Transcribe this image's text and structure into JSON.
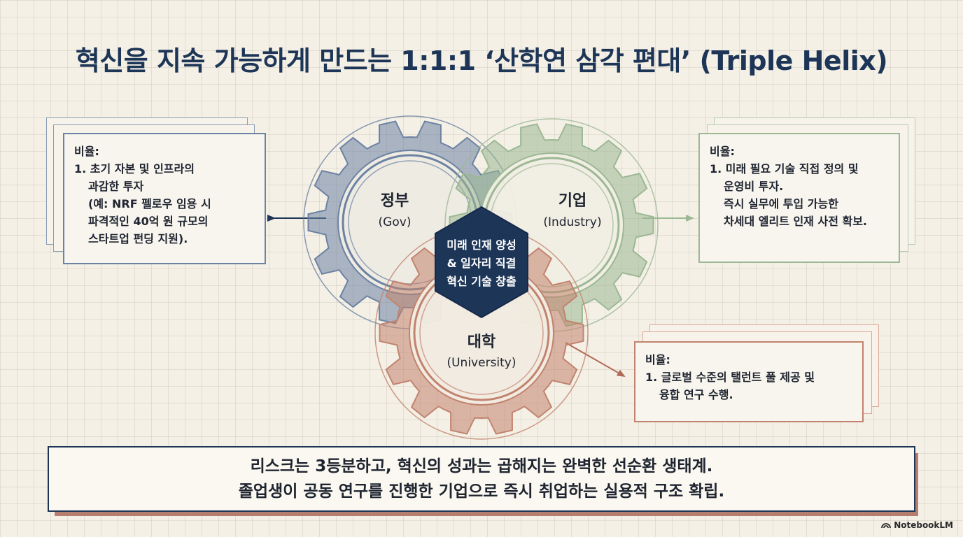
{
  "title": "혁신을 지속 가능하게 만드는 1:1:1 ‘산학연 삼각 편대’ (Triple Helix)",
  "gears": {
    "gov": {
      "name": "정부",
      "sub": "(Gov)",
      "color": "#6c82a3"
    },
    "industry": {
      "name": "기업",
      "sub": "(Industry)",
      "color": "#9cb894"
    },
    "university": {
      "name": "대학",
      "sub": "(University)",
      "color": "#c2836e"
    }
  },
  "center": {
    "lines": [
      "미래 인재 양성",
      "& 일자리 직결",
      "혁신 기술 창출"
    ],
    "color": "#1d3557"
  },
  "gov_box": {
    "heading": "비율:",
    "lines": [
      "1. 초기 자본 및 인프라의",
      "과감한 투자",
      "(예: NRF 펠로우 임용 시",
      "파격적인 40억 원 규모의",
      "스타트업 펀딩 지원)."
    ]
  },
  "industry_box": {
    "heading": "비율:",
    "lines": [
      "1. 미래 필요 기술 직접 정의 및",
      "운영비 투자.",
      "즉시 실무에 투입 가능한",
      "차세대 엘리트 인재 사전 확보."
    ]
  },
  "university_box": {
    "heading": "비율:",
    "lines": [
      "1. 글로벌 수준의 탤런트 풀 제공 및",
      "융합 연구 수행."
    ]
  },
  "bottom": {
    "line1": "리스크는 3등분하고, 혁신의 성과는 곱해지는 완벽한 선순환 생태계.",
    "line2": "졸업생이 공동 연구를 진행한 기업으로 즉시 취업하는 실용적 구조 확립."
  },
  "brand": "NotebookLM"
}
